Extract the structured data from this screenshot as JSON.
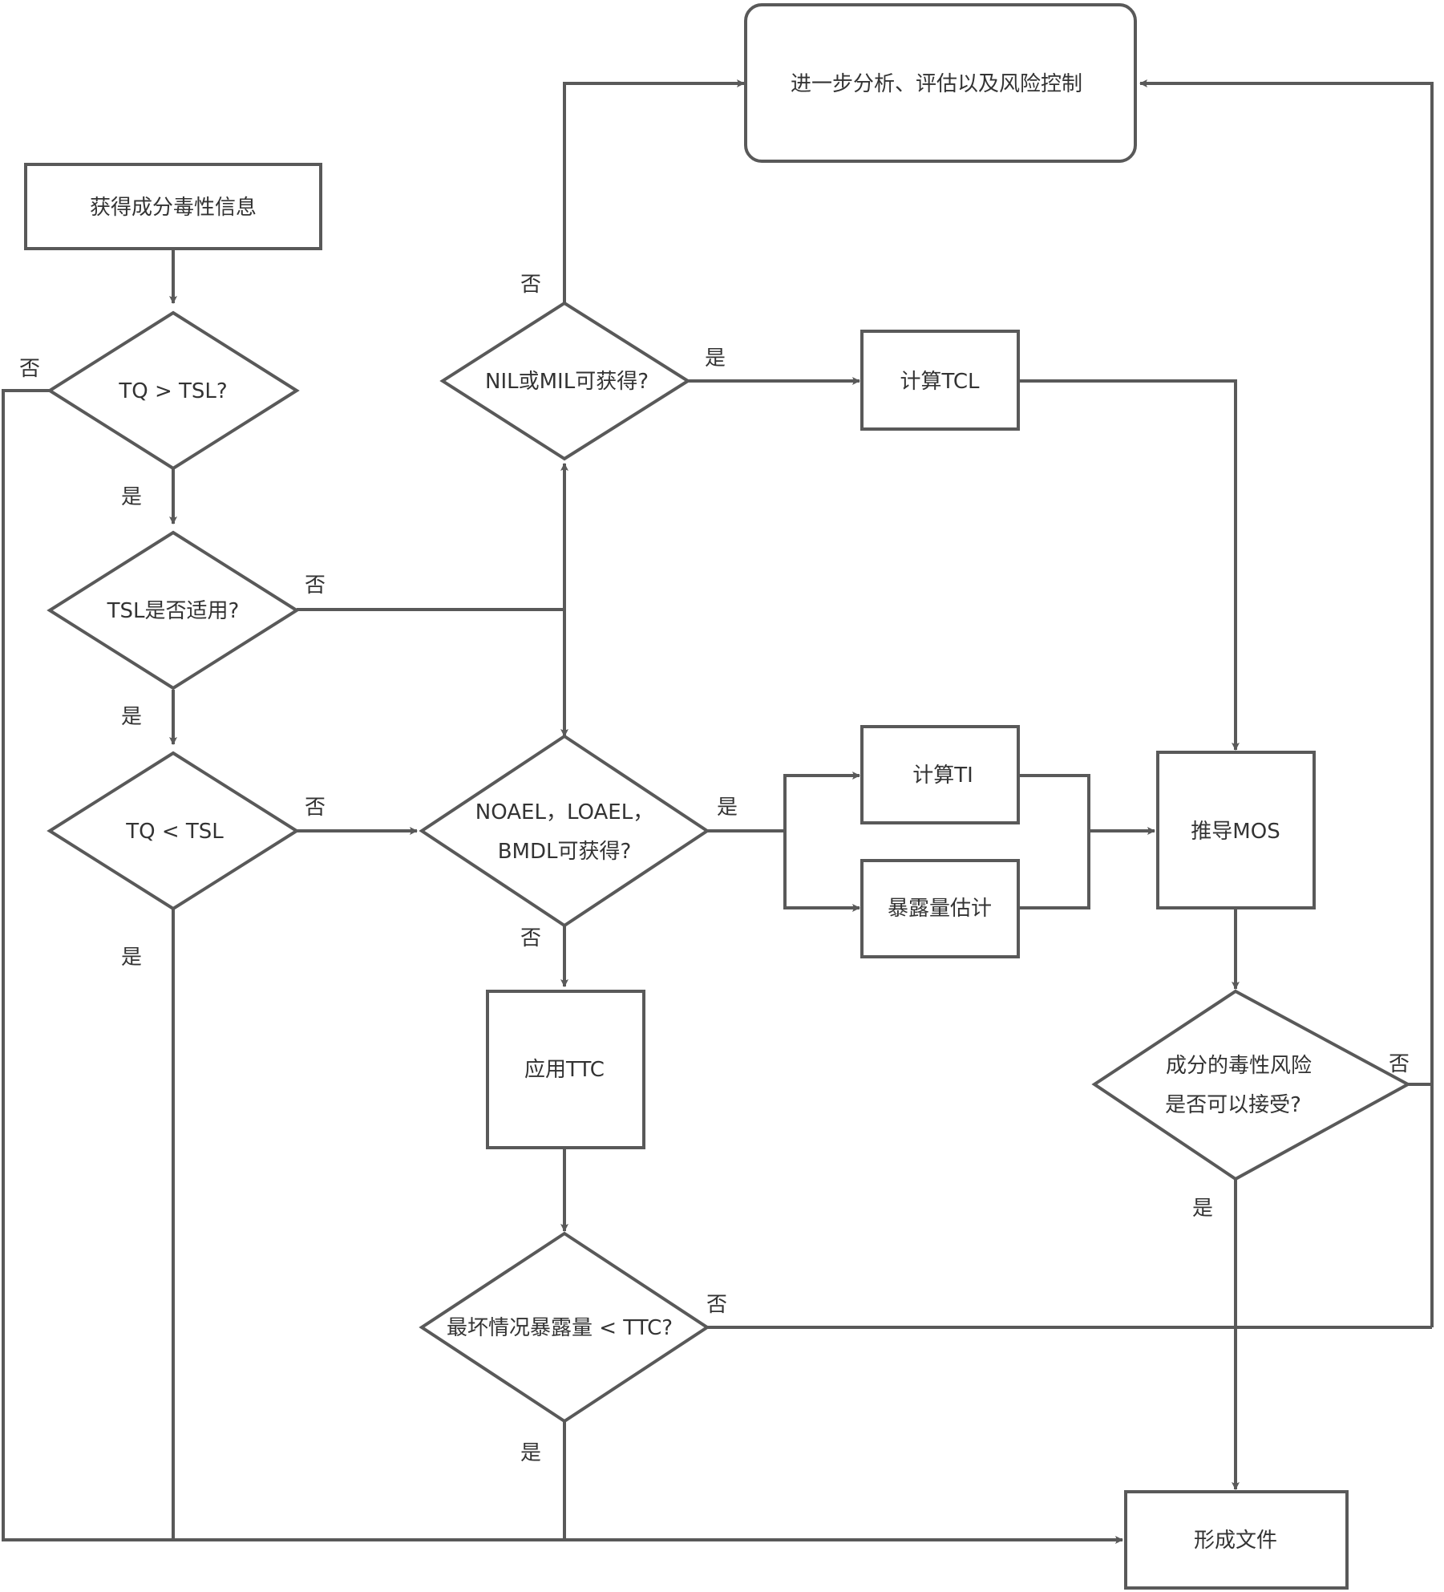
{
  "diagram": {
    "nodes": {
      "obtain_info": "获得成分毒性信息",
      "tq_gt_tsl": "TQ > TSL?",
      "tsl_applicable": "TSL是否适用?",
      "tq_lt_tsl": "TQ < TSL",
      "nil_mil": "NIL或MIL可获得?",
      "noael_line1": "NOAEL，LOAEL，",
      "noael_line2": "BMDL可获得?",
      "calc_tcl": "计算TCL",
      "calc_ti": "计算TI",
      "exposure_estimate": "暴露量估计",
      "derive_mos": "推导MOS",
      "apply_ttc": "应用TTC",
      "worst_case": "最坏情况暴露量 < TTC?",
      "risk_line1": "成分的毒性风险",
      "risk_line2": "是否可以接受?",
      "further_analysis": "进一步分析、评估以及风险控制",
      "form_document": "形成文件"
    },
    "labels": {
      "yes": "是",
      "no": "否"
    }
  }
}
